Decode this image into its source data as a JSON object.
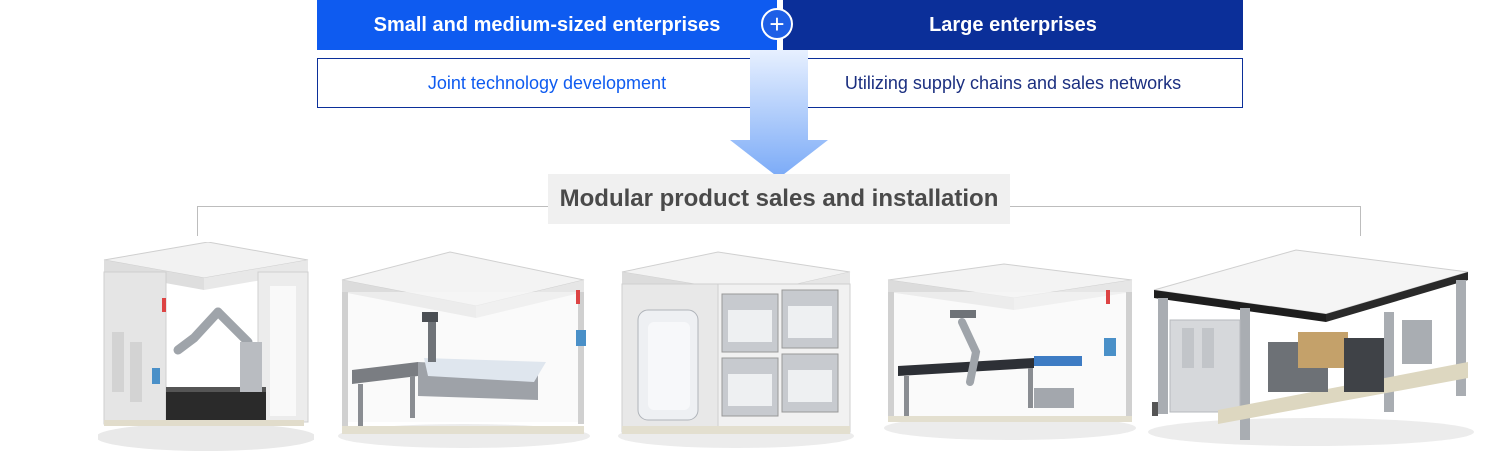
{
  "colors": {
    "sme": "#0e5bf0",
    "large": "#0b2f99",
    "arrow_top": "#e7f0ff",
    "arrow_bottom": "#7aaaf7"
  },
  "top": {
    "sme_label": "Small and medium-sized enterprises",
    "large_label": "Large enterprises",
    "plus_symbol": "+",
    "sme_sub": "Joint technology development",
    "large_sub": "Utilizing supply chains and sales networks"
  },
  "bottom": {
    "label": "Modular product sales and installation"
  },
  "products": [
    {
      "name": "palletizing-robot-cell"
    },
    {
      "name": "conveyor-robot-cell"
    },
    {
      "name": "storage-shelving-cell"
    },
    {
      "name": "workbench-robot-cell"
    },
    {
      "name": "packaging-line-cell"
    }
  ]
}
